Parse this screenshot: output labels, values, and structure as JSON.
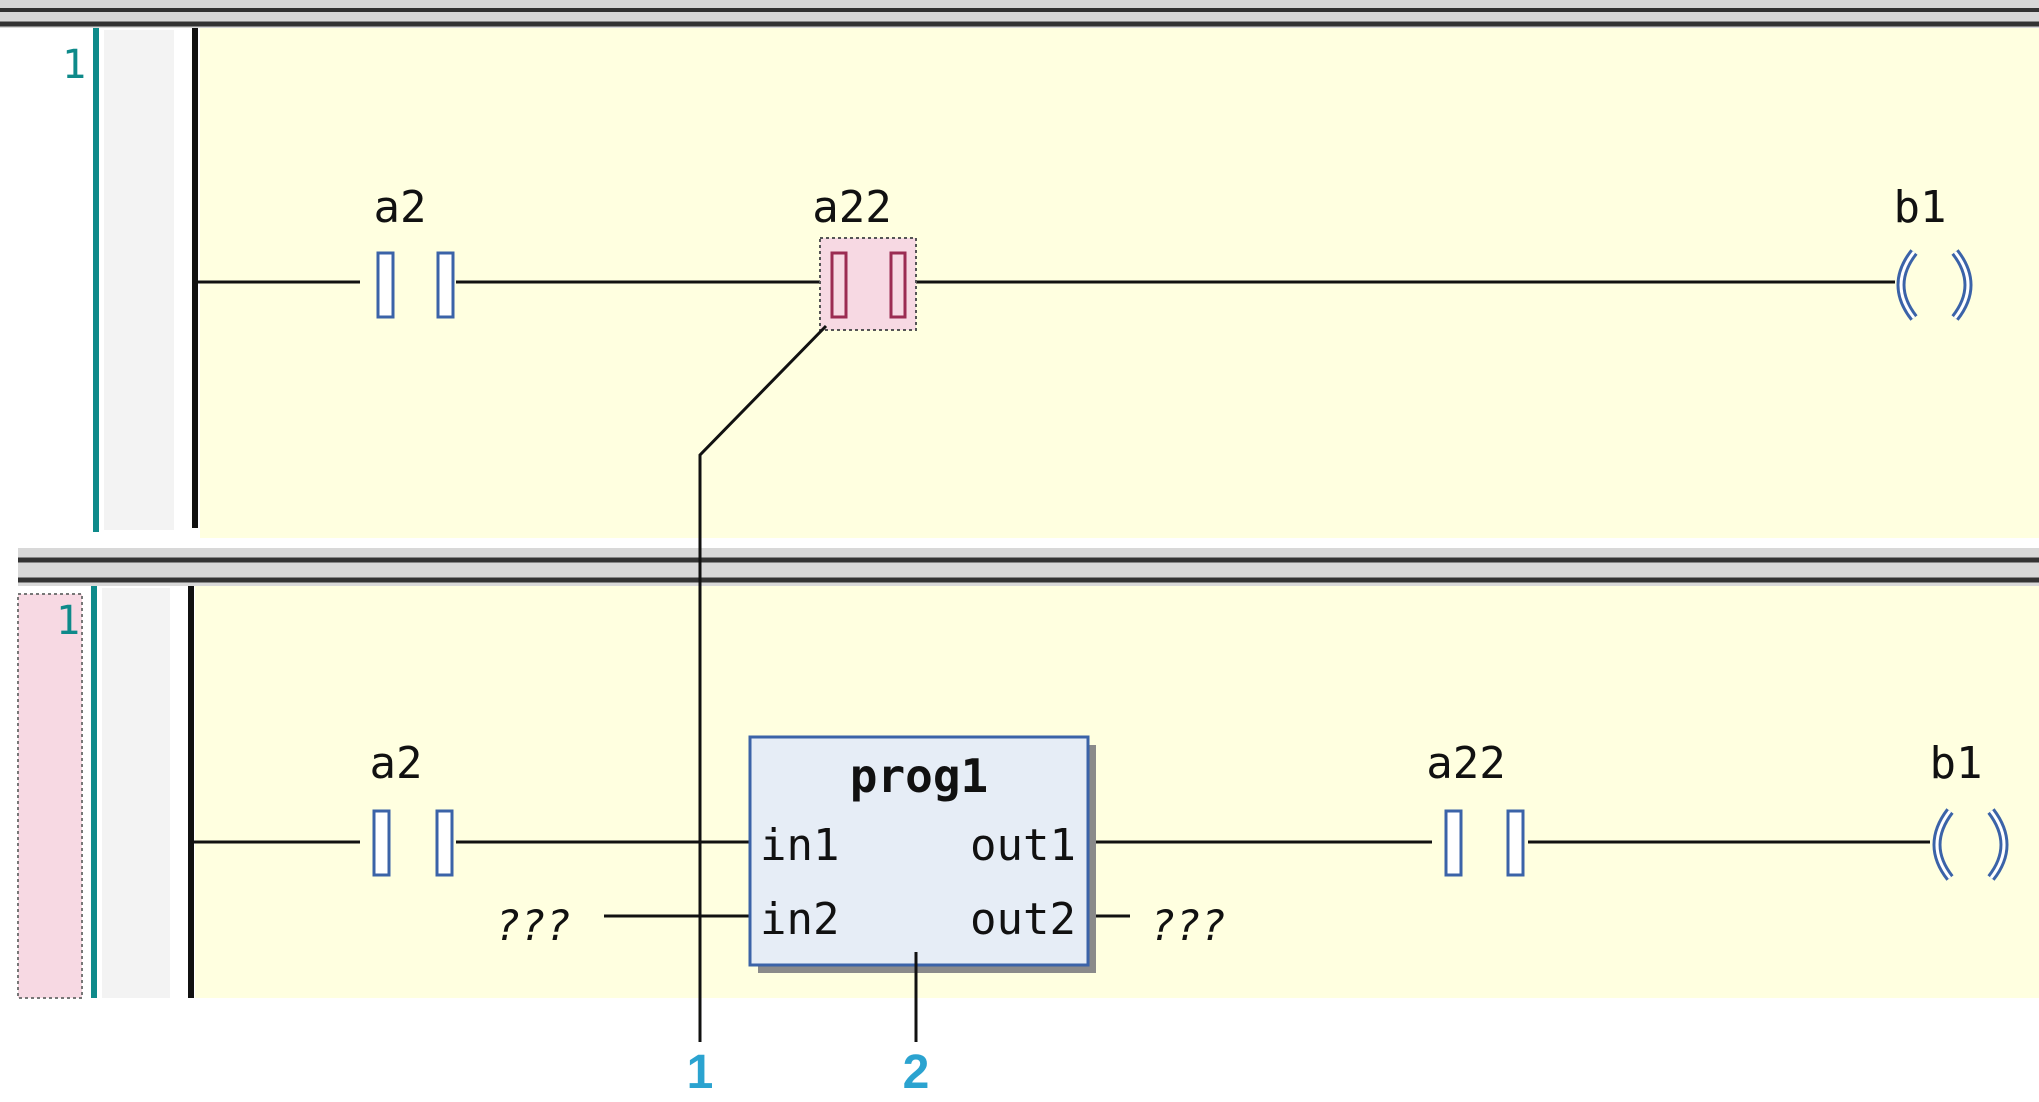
{
  "top_rung": {
    "rung_number": "1",
    "contact_1": {
      "label": "a2"
    },
    "contact_2": {
      "label": "a22",
      "selected": true
    },
    "coil": {
      "label": "b1"
    }
  },
  "bottom_rung": {
    "rung_number": "1",
    "contact_1": {
      "label": "a2"
    },
    "block": {
      "name": "prog1",
      "inputs": [
        "in1",
        "in2"
      ],
      "outputs": [
        "out1",
        "out2"
      ],
      "unconnected_in": "???",
      "unconnected_out": "???"
    },
    "contact_2": {
      "label": "a22"
    },
    "coil": {
      "label": "b1"
    }
  },
  "callouts": [
    "1",
    "2"
  ],
  "colors": {
    "editor_bg": "#ffffe0",
    "gutter_bg": "#f3f3f3",
    "teal": "#0e8a8a",
    "contact_stroke": "#3b63a8",
    "selected_fill": "#f7d9e3",
    "selected_stroke": "#9b2c52",
    "block_fill": "#e6edf6",
    "callout": "#2ba3d0"
  }
}
